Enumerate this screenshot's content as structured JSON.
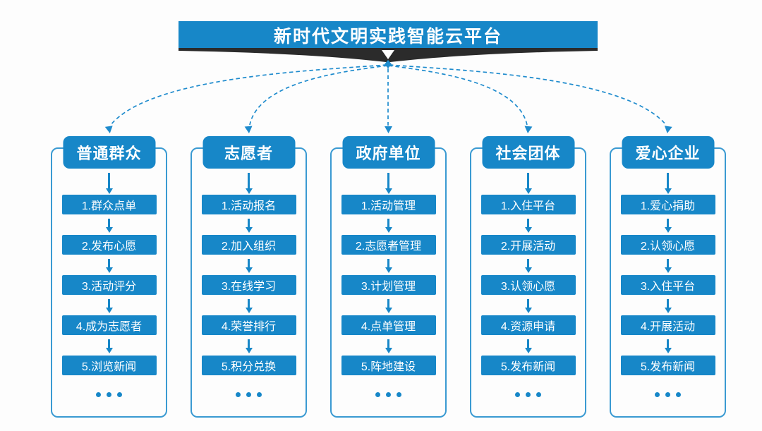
{
  "banner": {
    "title": "新时代文明实践智能云平台"
  },
  "colors": {
    "primary": "#1787c8",
    "connector": "#1e8bcd",
    "shadow": "#2b2b2b"
  },
  "more_indicator": "...",
  "columns": [
    {
      "header": "普通群众",
      "steps": [
        "1.群众点单",
        "2.发布心愿",
        "3.活动评分",
        "4.成为志愿者",
        "5.浏览新闻"
      ]
    },
    {
      "header": "志愿者",
      "steps": [
        "1.活动报名",
        "2.加入组织",
        "3.在线学习",
        "4.荣誉排行",
        "5.积分兑换"
      ]
    },
    {
      "header": "政府单位",
      "steps": [
        "1.活动管理",
        "2.志愿者管理",
        "3.计划管理",
        "4.点单管理",
        "5.阵地建设"
      ]
    },
    {
      "header": "社会团体",
      "steps": [
        "1.入住平台",
        "2.开展活动",
        "3.认领心愿",
        "4.资源申请",
        "5.发布新闻"
      ]
    },
    {
      "header": "爱心企业",
      "steps": [
        "1.爱心捐助",
        "2.认领心愿",
        "3.入住平台",
        "4.开展活动",
        "5.发布新闻"
      ]
    }
  ]
}
